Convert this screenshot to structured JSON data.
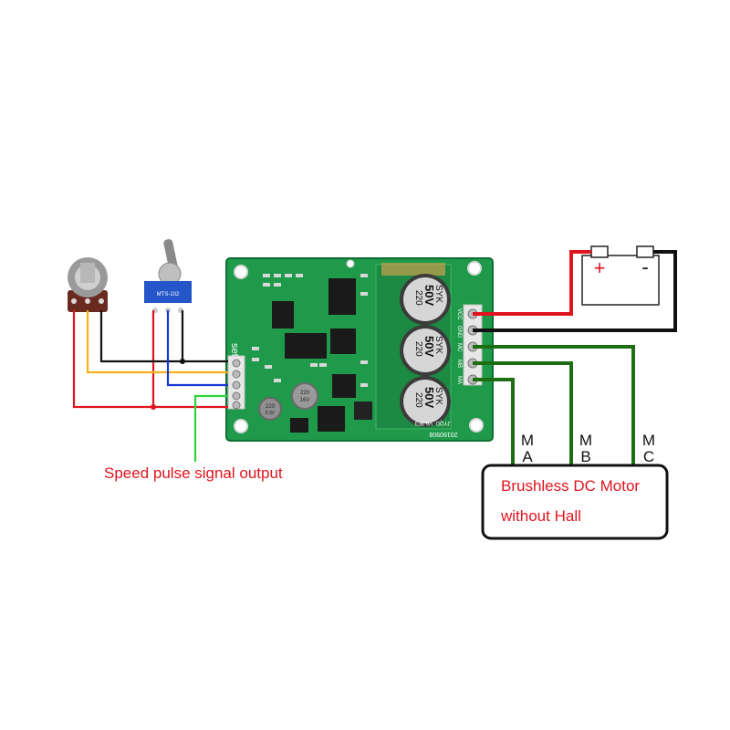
{
  "labels": {
    "speed_output": "Speed pulse signal output",
    "motor_line1": "Brushless DC Motor",
    "motor_line2": "without Hall",
    "phase_a_top": "M",
    "phase_a_bottom": "A",
    "phase_b_top": "M",
    "phase_b_bottom": "B",
    "phase_c_top": "M",
    "phase_c_bottom": "C",
    "battery_plus": "+",
    "battery_minus": "-",
    "board_set": "set",
    "pin_vcc": "VCC",
    "pin_gnd": "GND",
    "pin_mc": "MC",
    "pin_mb": "MB",
    "pin_ma": "MA",
    "cap_text_1": "220",
    "cap_text_2": "50V",
    "cap_text_3": "SYK",
    "board_date": "20160908",
    "board_model": "JYQD_V6.3E3",
    "small_cap_1": "220",
    "small_cap_2": "16V",
    "small_cap_3": "220",
    "small_cap_4": "6.3V",
    "switch_text": "MTS-102"
  },
  "colors": {
    "board": "#1f9a4a",
    "board_dark": "#13793a",
    "wire_red": "#e0141e",
    "wire_black": "#111111",
    "wire_yellow": "#f3b21b",
    "wire_blue": "#1537d6",
    "wire_green": "#2fd23b",
    "wire_phase": "#1d6d12",
    "label_red": "#e0141e",
    "motor_text": "#e0141e"
  }
}
